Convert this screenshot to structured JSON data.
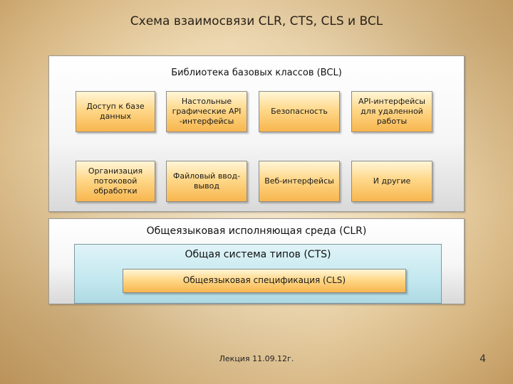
{
  "slide": {
    "title": "Схема взаимосвязи CLR, CTS, CLS и BCL",
    "footer": "Лекция 11.09.12г.",
    "page_number": "4"
  },
  "bcl": {
    "title": "Библиотека базовых классов (BCL)",
    "boxes": [
      "Доступ к базе данных",
      "Настольные графические API -интерфейсы",
      "Безопасность",
      "API-интерфейсы для удаленной работы",
      "Организация потоковой обработки",
      "Файловый ввод-вывод",
      "Веб-интерфейсы",
      "И другие"
    ]
  },
  "clr": {
    "title": "Общеязыковая исполняющая среда (CLR)"
  },
  "cts": {
    "title": "Общая система типов (CTS)"
  },
  "cls": {
    "title": "Общеязыковая спецификация (CLS)"
  }
}
